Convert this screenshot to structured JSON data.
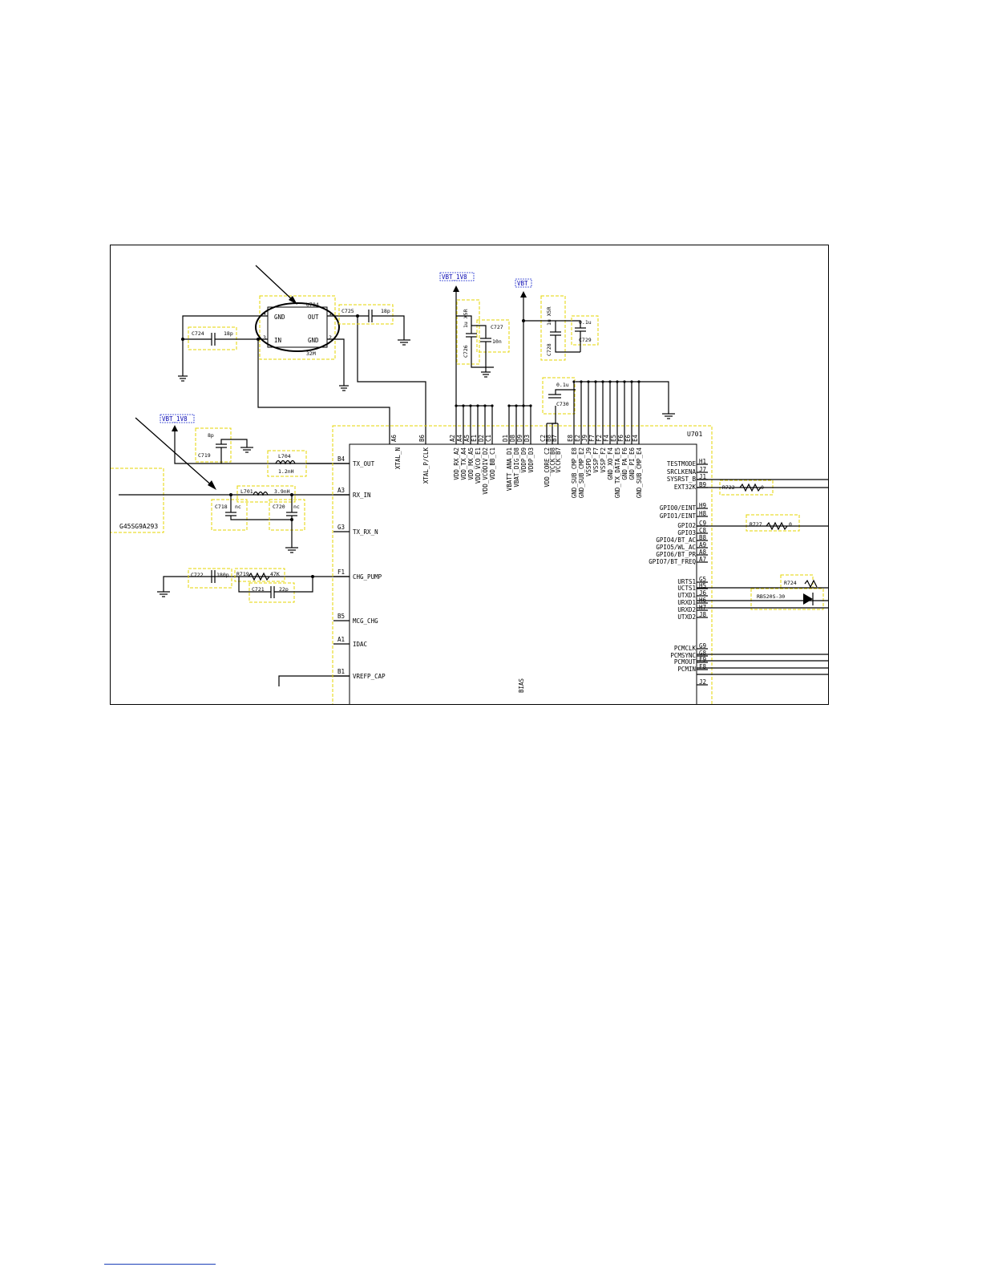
{
  "crystal": {
    "ref": "U704",
    "value": "32M",
    "pin_gnd_tl": "GND",
    "pin_out": "OUT",
    "pin_in": "IN",
    "pin_gnd_br": "GND",
    "pin3": "3",
    "pin2": "2",
    "pin1": "1",
    "pin4": "4"
  },
  "nets": {
    "vbt_top": "VBT_1V8",
    "vbt_left": "VBT_1V8",
    "vbt": "VBT"
  },
  "components": [
    {
      "ref": "C724",
      "value": "18p"
    },
    {
      "ref": "C725",
      "value": "18p"
    },
    {
      "ref": "C726",
      "value": "1u X5R"
    },
    {
      "ref": "C727",
      "value": "10n"
    },
    {
      "ref": "C728",
      "value": "1u X5R"
    },
    {
      "ref": "C729",
      "value": "0.1u"
    },
    {
      "ref": "C730",
      "value": "0.1u"
    },
    {
      "ref": "C719",
      "value": "8p"
    },
    {
      "ref": "L704",
      "value": "1.2nH"
    },
    {
      "ref": "L701",
      "value": "3.9nH"
    },
    {
      "ref": "C718",
      "value": "nc"
    },
    {
      "ref": "C720",
      "value": "nc"
    },
    {
      "ref": "C722",
      "value": "180p"
    },
    {
      "ref": "R719",
      "value": "47K"
    },
    {
      "ref": "C721",
      "value": "22p"
    },
    {
      "ref": "R722",
      "value": "0"
    },
    {
      "ref": "R727",
      "value": "0"
    },
    {
      "ref": "R724",
      "value": ""
    },
    {
      "ref": "RB520S-30",
      "value": ""
    }
  ],
  "left_part": "G45SG9A293",
  "ic": {
    "ref": "U701",
    "left_pins": [
      {
        "num": "B4",
        "name": "TX_OUT"
      },
      {
        "num": "A3",
        "name": "RX_IN"
      },
      {
        "num": "G3",
        "name": "TX_RX_N"
      },
      {
        "num": "F1",
        "name": "CHG_PUMP"
      },
      {
        "num": "B5",
        "name": "MCG_CHG"
      },
      {
        "num": "A1",
        "name": "IDAC"
      },
      {
        "num": "B1",
        "name": "VREFP_CAP"
      }
    ],
    "top_pins": [
      {
        "num": "A6",
        "name": "XTAL_N"
      },
      {
        "num": "B6",
        "name": "XTAL_P/CLK"
      },
      {
        "num": "A2",
        "name": "VDD_RX_A2"
      },
      {
        "num": "A4",
        "name": "VDD_TX_A4"
      },
      {
        "num": "A5",
        "name": "VDD_MX_A5"
      },
      {
        "num": "E1",
        "name": "VDD_VCO_E1"
      },
      {
        "num": "D2",
        "name": "VDD_VCODIV_D2"
      },
      {
        "num": "C1",
        "name": "VDD_BB_C1"
      },
      {
        "num": "D1",
        "name": "VBATT_ANA_D1"
      },
      {
        "num": "D8",
        "name": "VBAT_DIG_D8"
      },
      {
        "num": "D9",
        "name": "VDDP_D9"
      },
      {
        "num": "D3",
        "name": "VDDP_D3"
      },
      {
        "num": "C2",
        "name": "VDD_CORE_C2"
      },
      {
        "num": "B8",
        "name": "VCCK_B8"
      },
      {
        "num": "B7",
        "name": "VCCK_B7"
      },
      {
        "num": "E8",
        "name": "GND_SUB_CMP_E8"
      },
      {
        "num": "E2",
        "name": "GND_SUB_CMP_E2"
      },
      {
        "num": "J9",
        "name": "VSSPD_J9"
      },
      {
        "num": "F7",
        "name": "VSSP_F7"
      },
      {
        "num": "F2",
        "name": "VSSP_F2"
      },
      {
        "num": "F4",
        "name": "GND_XO_F4"
      },
      {
        "num": "E5",
        "name": "GND_TX_DATA_E5"
      },
      {
        "num": "F6",
        "name": "GND_PA_F6"
      },
      {
        "num": "E6",
        "name": "GND_PI_E6"
      },
      {
        "num": "E4",
        "name": "GND_SUB_CMP_E4"
      }
    ],
    "right_pins": [
      {
        "num": "H1",
        "name": "TESTMODE"
      },
      {
        "num": "J7",
        "name": "SRCLKENA"
      },
      {
        "num": "J1",
        "name": "SYSRST_B"
      },
      {
        "num": "B9",
        "name": "EXT32K"
      },
      {
        "num": "H9",
        "name": "GPIO0/EINT"
      },
      {
        "num": "H8",
        "name": "GPIO1/EINT"
      },
      {
        "num": "C9",
        "name": "GPIO2"
      },
      {
        "num": "C8",
        "name": "GPIO3"
      },
      {
        "num": "B8",
        "name": "GPIO4/BT_AC"
      },
      {
        "num": "A9",
        "name": "GPIO5/WL_AC"
      },
      {
        "num": "A8",
        "name": "GPIO6/BT_PR"
      },
      {
        "num": "A7",
        "name": "GPIO7/BT_FREQ"
      },
      {
        "num": "G5",
        "name": "URTS1"
      },
      {
        "num": "H5",
        "name": "UCTS1"
      },
      {
        "num": "J6",
        "name": "UTXD1"
      },
      {
        "num": "H6",
        "name": "URXD1"
      },
      {
        "num": "H7",
        "name": "URXD2"
      },
      {
        "num": "J8",
        "name": "UTXD2"
      },
      {
        "num": "G9",
        "name": "PCMCLK"
      },
      {
        "num": "G8",
        "name": "PCMSYNC"
      },
      {
        "num": "F9",
        "name": "PCMOUT"
      },
      {
        "num": "F8",
        "name": "PCMIN"
      },
      {
        "num": "J2",
        "name": ""
      }
    ],
    "bottom_label": "BIAS"
  }
}
